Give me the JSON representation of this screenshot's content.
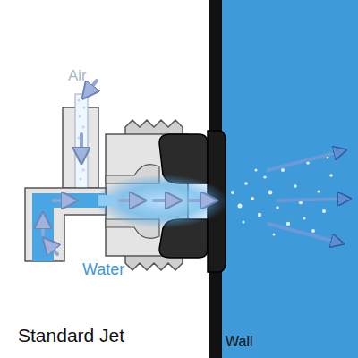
{
  "diagram": {
    "labels": [
      "Air",
      "Water",
      "Standard Jet",
      "Wall"
    ]
  }
}
